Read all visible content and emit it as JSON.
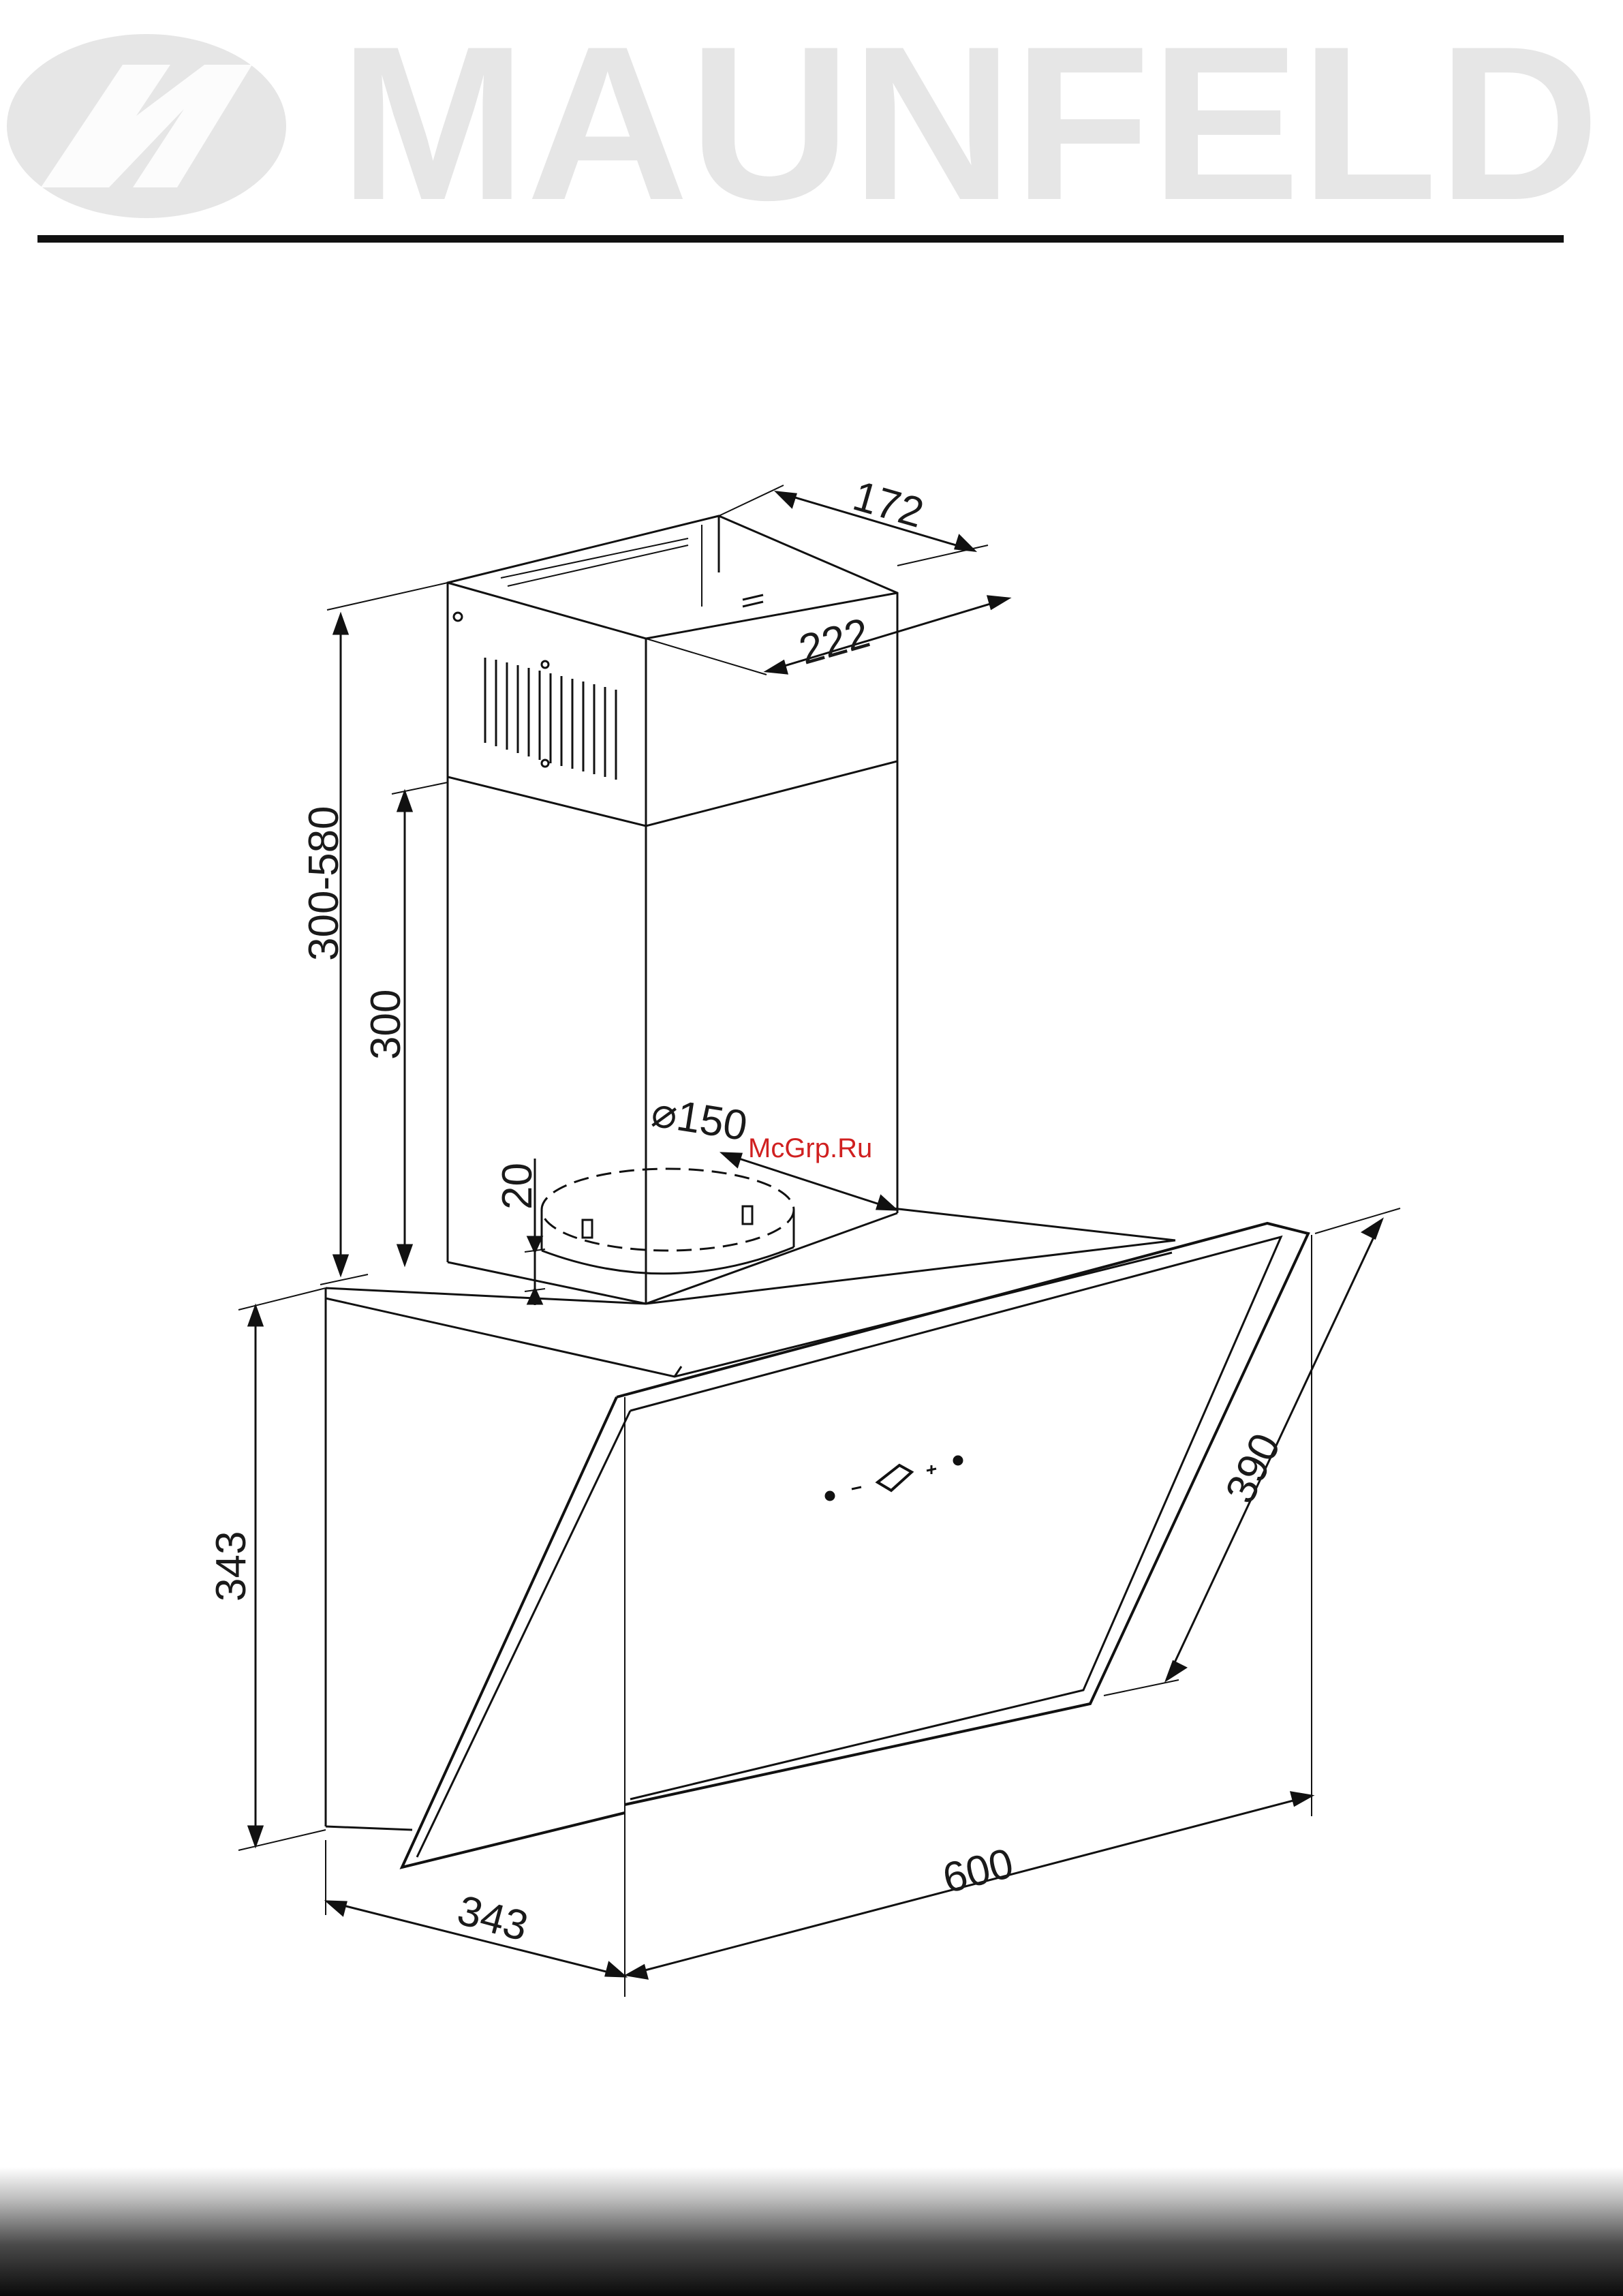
{
  "brand": {
    "name": "MAUNFELD",
    "monogram": "M",
    "logo_color": "#e6e6e6",
    "rule_color": "#111111"
  },
  "watermark": {
    "text": "McGrp.Ru",
    "color": "#d02020"
  },
  "dimensions": {
    "chimney_depth": "172",
    "chimney_width": "222",
    "chimney_height_range": "300-580",
    "lower_chimney_height": "300",
    "duct_diameter": "⌀150",
    "collar_height": "20",
    "hood_height": "343",
    "hood_depth": "343",
    "hood_width": "600",
    "glass_panel_length": "390"
  },
  "control_panel_icons": [
    "dot-icon",
    "minus-icon",
    "diamond-icon",
    "plus-icon",
    "dot-icon"
  ]
}
